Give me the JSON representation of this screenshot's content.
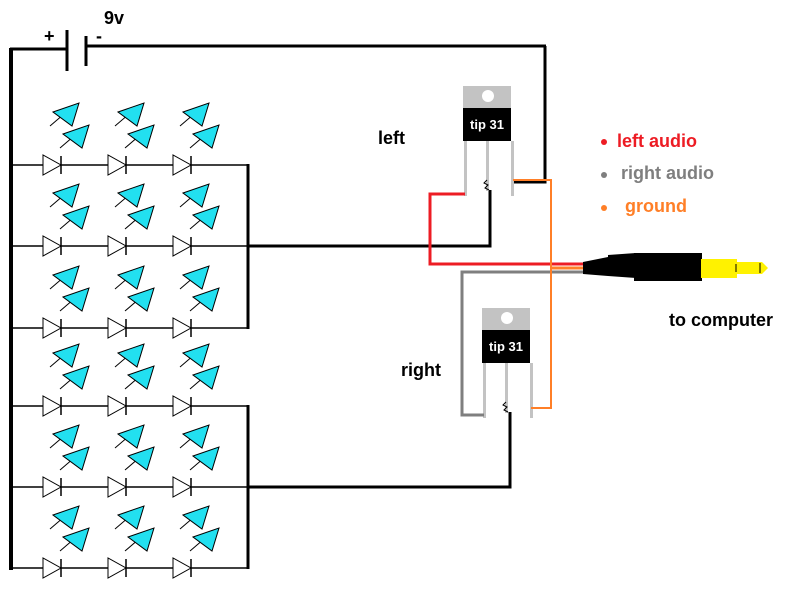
{
  "battery": {
    "voltage_label": "9v",
    "plus_label": "+",
    "minus_label": "-"
  },
  "led_array": {
    "rows": 6,
    "leds_per_row": 3,
    "groups": [
      {
        "name": "left",
        "rows": [
          1,
          2,
          3
        ]
      },
      {
        "name": "right",
        "rows": [
          4,
          5,
          6
        ]
      }
    ],
    "led_color": "#22e0f0"
  },
  "transistors": [
    {
      "id": "left",
      "label": "left",
      "part": "tip 31"
    },
    {
      "id": "right",
      "label": "right",
      "part": "tip 31"
    }
  ],
  "legend": {
    "items": [
      {
        "label": "left audio",
        "color": "#ed1c24"
      },
      {
        "label": "right audio",
        "color": "#7f7f7f"
      },
      {
        "label": "ground",
        "color": "#ff7f27"
      }
    ]
  },
  "jack": {
    "label": "to computer",
    "body_color": "#000000",
    "tip_color": "#fff200"
  },
  "colors": {
    "wire": "#000000",
    "left_audio": "#ed1c24",
    "right_audio": "#7f7f7f",
    "ground": "#ff7f27",
    "transistor_tab": "#c3c3c3",
    "transistor_body": "#000000"
  }
}
